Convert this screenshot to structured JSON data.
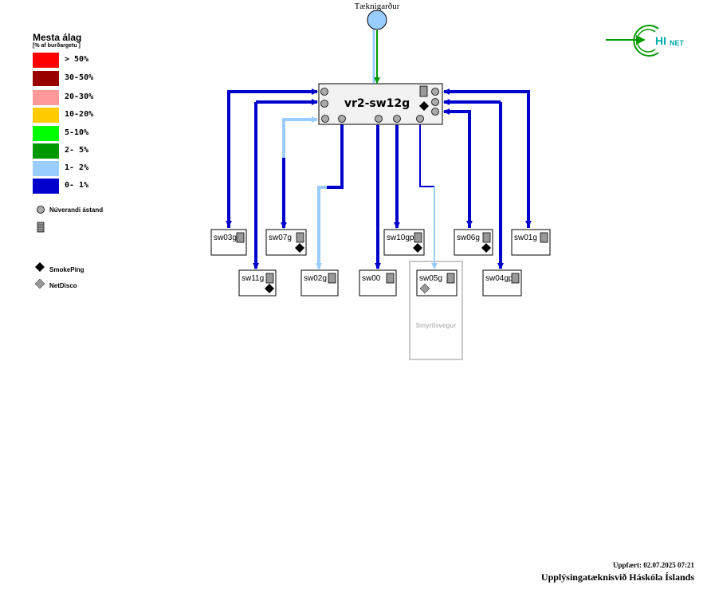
{
  "legend": {
    "title": "Mesta álag",
    "subtitle": "[% af burðargetu ]",
    "rows": [
      {
        "label": "> 50%",
        "color": "#ff0000"
      },
      {
        "label": "30-50%",
        "color": "#990000"
      },
      {
        "label": "20-30%",
        "color": "#ff9999"
      },
      {
        "label": "10-20%",
        "color": "#ffcc00"
      },
      {
        "label": "5-10%",
        "color": "#00ff00"
      },
      {
        "label": "2- 5%",
        "color": "#009900"
      },
      {
        "label": "1- 2%",
        "color": "#99ccff"
      },
      {
        "label": "0- 1%",
        "color": "#0000cc"
      }
    ],
    "symbols": {
      "current_state": "Núverandi ástand",
      "smokeping": "SmokePing",
      "netdisco": "NetDisco"
    }
  },
  "upstream": {
    "label": "Tæknigarður"
  },
  "main_switch": {
    "label": "vr2-sw12g"
  },
  "switches": [
    {
      "id": "sw03g",
      "label": "sw03g",
      "smokeping": false
    },
    {
      "id": "sw07g",
      "label": "sw07g",
      "smokeping": true
    },
    {
      "id": "sw10gp",
      "label": "sw10gp",
      "smokeping": true
    },
    {
      "id": "sw06g",
      "label": "sw06g",
      "smokeping": true
    },
    {
      "id": "sw01g",
      "label": "sw01g",
      "smokeping": false
    },
    {
      "id": "sw11g",
      "label": "sw11g",
      "smokeping": true
    },
    {
      "id": "sw02g",
      "label": "sw02g",
      "smokeping": false
    },
    {
      "id": "sw00",
      "label": "sw00",
      "smokeping": false
    },
    {
      "id": "sw05g",
      "label": "sw05g",
      "netdisco": true
    },
    {
      "id": "sw04gp",
      "label": "sw04gp",
      "smokeping": false
    }
  ],
  "group": {
    "label": "Smyrilsvegur"
  },
  "logo": {
    "text": "HI",
    "subtext": "NET"
  },
  "footer": {
    "updated_label": "Uppfært:",
    "updated_value": "02.07.2025 07:21",
    "org": "Upplýsingatæknisvið Háskóla Íslands"
  },
  "colors": {
    "dark_blue": "#0000cc",
    "light_blue": "#99ccff",
    "green": "#009900",
    "logo_green": "#009900",
    "logo_teal": "#00aaaa"
  }
}
